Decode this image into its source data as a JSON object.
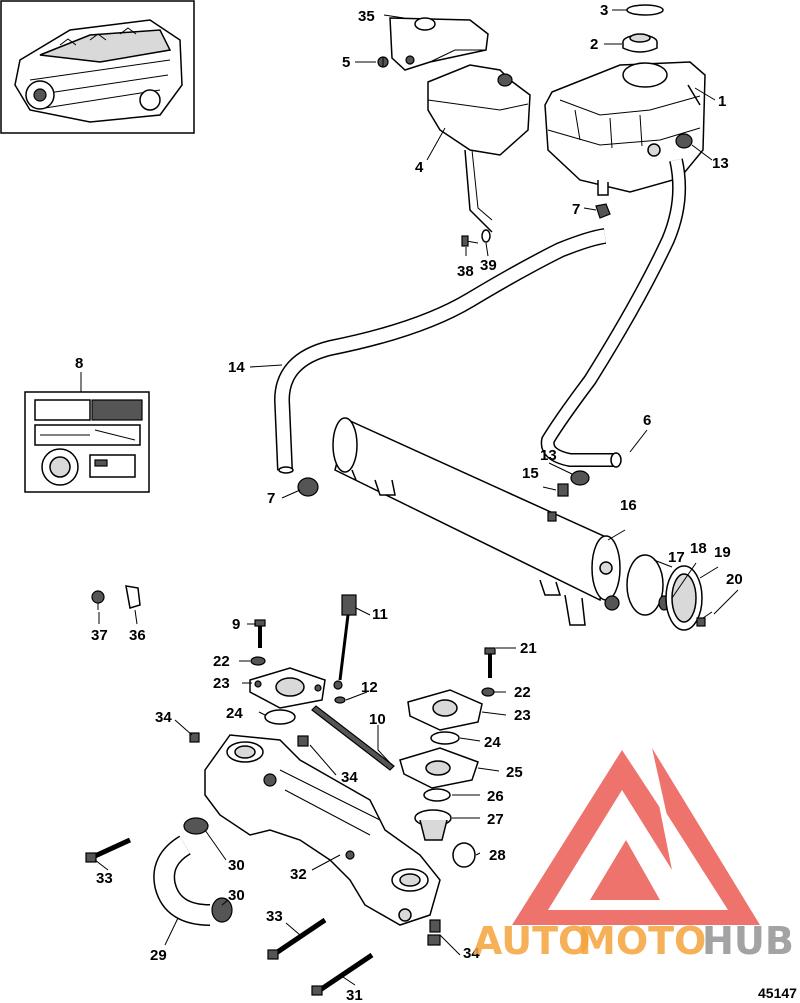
{
  "figure_number": "45147",
  "watermark": {
    "prefix": "AUTO",
    "middle": "MOTO",
    "suffix": "HUB",
    "prefix_color": "#f5a33b",
    "middle_color": "#f5a33b",
    "suffix_color": "#9a9a9a",
    "logo_color": "#e8453c"
  },
  "callouts": [
    "1",
    "2",
    "3",
    "4",
    "5",
    "6",
    "7",
    "7",
    "8",
    "9",
    "10",
    "11",
    "12",
    "13",
    "13",
    "14",
    "15",
    "16",
    "17",
    "18",
    "19",
    "20",
    "21",
    "22",
    "22",
    "23",
    "23",
    "24",
    "24",
    "25",
    "26",
    "27",
    "28",
    "29",
    "30",
    "30",
    "31",
    "32",
    "33",
    "33",
    "34",
    "34",
    "34",
    "35",
    "36",
    "37",
    "38",
    "39"
  ]
}
